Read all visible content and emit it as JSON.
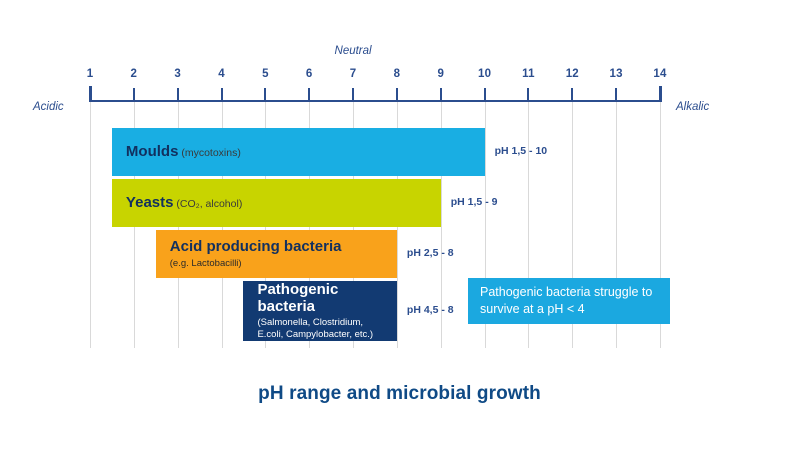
{
  "caption": "pH range and microbial growth",
  "axis": {
    "acidic_label": "Acidic",
    "alkalic_label": "Alkalic",
    "neutral_label": "Neutral",
    "neutral_at": 7,
    "ticks": [
      1,
      2,
      3,
      4,
      5,
      6,
      7,
      8,
      9,
      10,
      11,
      12,
      13,
      14
    ]
  },
  "callout": {
    "text": "Pathogenic bacteria struggle to survive at a pH < 4",
    "color": "#1ba8e0"
  },
  "bars": [
    {
      "name": "Moulds",
      "detail": "(mycotoxins)",
      "detail_inline": true,
      "sub": "",
      "ph_label": "pH 1,5 - 10",
      "start": 1.5,
      "end": 10,
      "color": "#19aee3",
      "text_dark": true
    },
    {
      "name": "Yeasts",
      "detail": "(CO₂, alcohol)",
      "detail_inline": true,
      "sub": "",
      "ph_label": "pH 1,5 - 9",
      "start": 1.5,
      "end": 9,
      "color": "#c8d400",
      "text_dark": true
    },
    {
      "name": "Acid producing bacteria",
      "detail": "",
      "detail_inline": false,
      "sub": "(e.g. Lactobacilli)",
      "ph_label": "pH 2,5 - 8",
      "start": 2.5,
      "end": 8,
      "color": "#f9a21b",
      "text_dark": true
    },
    {
      "name": "Pathogenic bacteria",
      "detail": "",
      "detail_inline": false,
      "sub": "(Salmonella, Clostridium,\nE.coli, Campylobacter, etc.)",
      "ph_label": "pH 4,5 - 8",
      "start": 4.5,
      "end": 8,
      "color": "#123a72",
      "text_dark": false
    }
  ],
  "chart_data": {
    "type": "bar",
    "orientation": "horizontal",
    "title": "pH range and microbial growth",
    "xlabel": "pH",
    "ylabel": "",
    "xlim": [
      1,
      14
    ],
    "xticks": [
      1,
      2,
      3,
      4,
      5,
      6,
      7,
      8,
      9,
      10,
      11,
      12,
      13,
      14
    ],
    "grid": true,
    "legend": "none",
    "categories": [
      "Moulds",
      "Yeasts",
      "Acid producing bacteria",
      "Pathogenic bacteria"
    ],
    "ranges": [
      {
        "category": "Moulds",
        "start": 1.5,
        "end": 10,
        "label": "pH 1,5 - 10",
        "color": "#19aee3"
      },
      {
        "category": "Yeasts",
        "start": 1.5,
        "end": 9,
        "label": "pH 1,5 - 9",
        "color": "#c8d400"
      },
      {
        "category": "Acid producing bacteria",
        "start": 2.5,
        "end": 8,
        "label": "pH 2,5 - 8",
        "color": "#f9a21b"
      },
      {
        "category": "Pathogenic bacteria",
        "start": 4.5,
        "end": 8,
        "label": "pH 4,5 - 8",
        "color": "#123a72"
      }
    ],
    "annotations": [
      {
        "text": "Neutral",
        "at_x": 7,
        "position": "above-axis"
      },
      {
        "text": "Acidic",
        "position": "axis-left-end"
      },
      {
        "text": "Alkalic",
        "position": "axis-right-end"
      },
      {
        "text": "Pathogenic bacteria struggle to survive at a pH < 4",
        "position": "right-of-plot"
      }
    ]
  }
}
